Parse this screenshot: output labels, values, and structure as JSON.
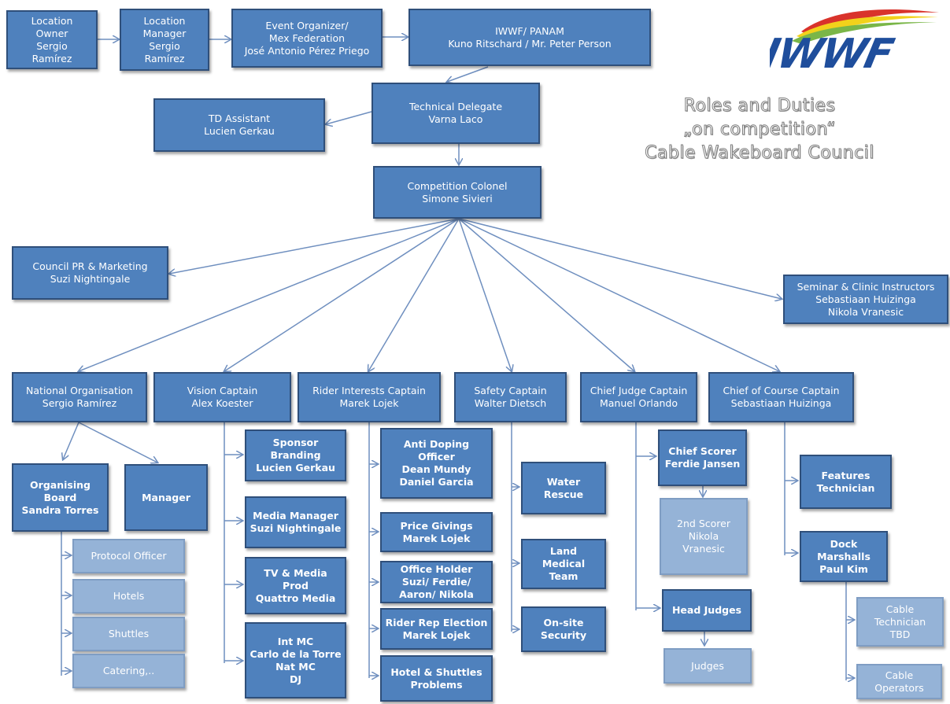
{
  "logo_text": "IWWF",
  "subtitle": "Roles and Duties\n„on competition“\nCable Wakeboard Council",
  "boxes": {
    "location_owner": "Location\nOwner\nSergio\nRamírez",
    "location_manager": "Location\nManager\nSergio\nRamírez",
    "event_organizer": "Event Organizer/\nMex Federation\nJosé Antonio Pérez Priego",
    "iwwf_panam": "IWWF/ PANAM\nKuno Ritschard  / Mr. Peter Person",
    "technical_delegate": "Technical Delegate\nVarna Laco",
    "td_assistant": "TD Assistant\nLucien Gerkau",
    "competition_colonel": "Competition Colonel\nSimone Sivieri",
    "council_pr": "Council PR & Marketing\nSuzi Nightingale",
    "seminar": "Seminar & Clinic Instructors\nSebastiaan Huizinga\nNikola Vranesic",
    "national_org": "National Organisation\nSergio Ramírez",
    "vision_captain": "Vision Captain\nAlex Koester",
    "rider_interests": "Rider Interests Captain\nMarek Lojek",
    "safety_captain": "Safety Captain\nWalter Dietsch",
    "chief_judge": "Chief Judge Captain\nManuel Orlando",
    "chief_course": "Chief of Course Captain\nSebastiaan Huizinga",
    "organising_board": "Organising\nBoard\nSandra Torres",
    "manager": "Manager",
    "protocol_officer": "Protocol Officer",
    "hotels": "Hotels",
    "shuttles": "Shuttles",
    "catering": "Catering,..",
    "sponsor": "Sponsor\nBranding\nLucien Gerkau",
    "media_manager": "Media Manager\nSuzi Nightingale",
    "tv_media": "TV & Media\nProd\nQuattro Media",
    "int_mc": "Int MC\nCarlo de la Torre\nNat MC\nDJ",
    "anti_doping": "Anti Doping\nOfficer\nDean Mundy\nDaniel Garcia",
    "price_givings": "Price Givings\nMarek Lojek",
    "office_holder": "Office Holder\nSuzi/ Ferdie/\nAaron/ Nikola",
    "rider_rep": "Rider Rep Election\nMarek Lojek",
    "hotel_shuttles_problems": "Hotel & Shuttles\nProblems",
    "water_rescue": "Water\nRescue",
    "land_medical": "Land\nMedical\nTeam",
    "onsite_security": "On-site\nSecurity",
    "chief_scorer": "Chief Scorer\nFerdie Jansen",
    "second_scorer": "2nd Scorer\nNikola\nVranesic",
    "head_judges": "Head Judges",
    "judges": "Judges",
    "features_technician": "Features\nTechnician",
    "dock_marshalls": "Dock\nMarshalls\nPaul Kim",
    "cable_technician": "Cable\nTechnician\nTBD",
    "cable_operators": "Cable\nOperators"
  },
  "colors": {
    "box_fill": "#4f81bd",
    "box_border": "#2f4f7a",
    "light_fill": "#95b3d7",
    "line": "#6f8fbf",
    "logo_blue": "#1f4e9c",
    "logo_green": "#7ab648",
    "logo_yellow": "#f2d21b",
    "logo_red": "#d9332b"
  }
}
